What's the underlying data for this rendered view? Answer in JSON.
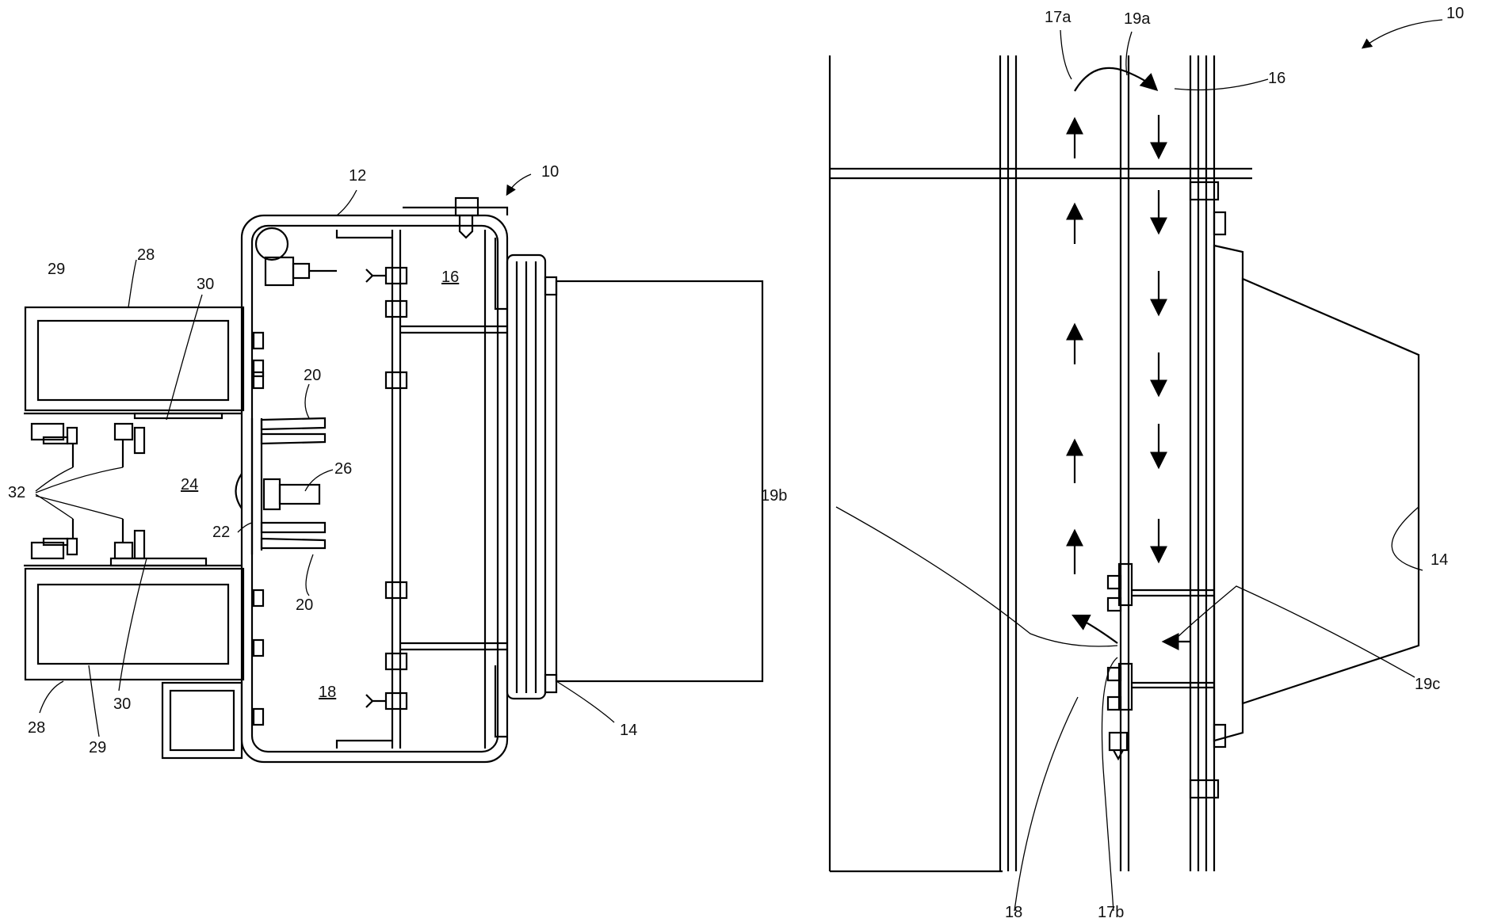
{
  "figure_left": {
    "labels": {
      "ref_10": "10",
      "ref_12": "12",
      "ref_16": "16",
      "ref_18": "18",
      "ref_14": "14",
      "ref_20_top": "20",
      "ref_20_bottom": "20",
      "ref_22": "22",
      "ref_24": "24",
      "ref_26": "26",
      "ref_28_top": "28",
      "ref_28_bottom": "28",
      "ref_29_top": "29",
      "ref_29_bottom": "29",
      "ref_30_top": "30",
      "ref_30_bottom": "30",
      "ref_32": "32"
    }
  },
  "figure_right": {
    "labels": {
      "ref_10": "10",
      "ref_16": "16",
      "ref_17a": "17a",
      "ref_19a": "19a",
      "ref_19b": "19b",
      "ref_19c": "19c",
      "ref_14": "14",
      "ref_18": "18",
      "ref_17b": "17b"
    }
  }
}
